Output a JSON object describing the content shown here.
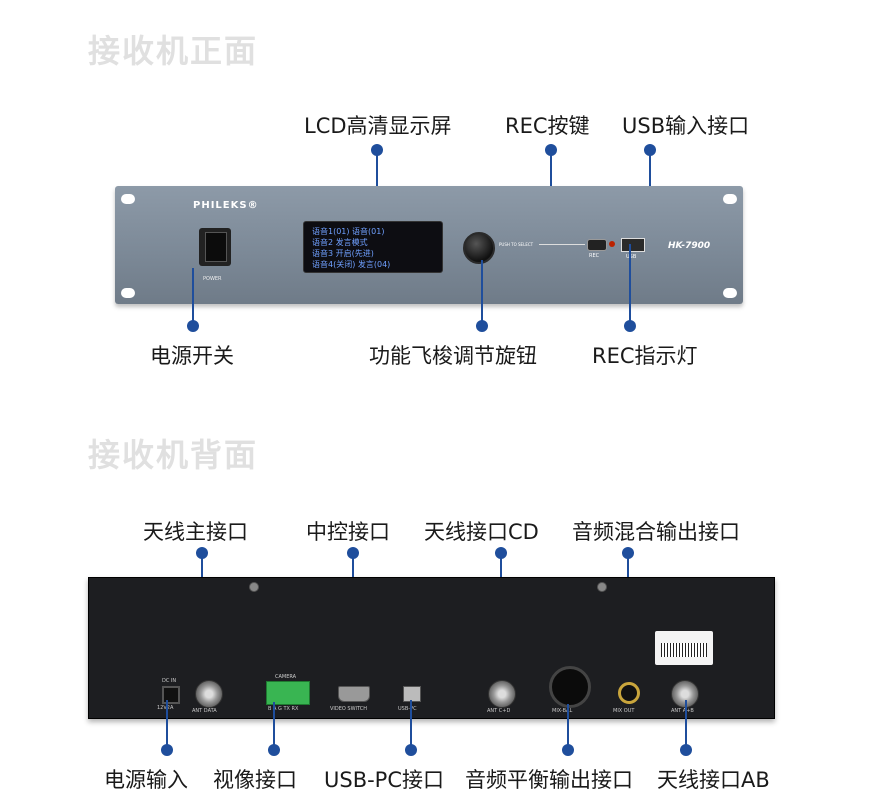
{
  "front_section": {
    "title": "接收机正面",
    "device": {
      "brand": "PHILEKS®",
      "model": "HK-7900",
      "power_text": "POWER",
      "push_text": "PUSH TO SELECT",
      "rec_text": "REC",
      "usb_text": "USB",
      "lcd_lines": [
        "语音1(01)  语音(01)",
        "语音2 发言模式",
        "语音3  开启(先进)",
        "语音4(关闭) 发言(04)"
      ]
    },
    "labels": {
      "lcd": "LCD高清显示屏",
      "rec_button": "REC按键",
      "usb_input": "USB输入接口",
      "power_switch": "电源开关",
      "jog_knob": "功能飞梭调节旋钮",
      "rec_indicator": "REC指示灯"
    }
  },
  "back_section": {
    "title": "接收机背面",
    "device": {
      "dc_in": "DC IN",
      "dc_spec": "12V2A",
      "ant_data": "ANT DATA",
      "camera": "CAMERA",
      "camera_pins": "B A G TX RX",
      "video_switch": "VIDEO SWITCH",
      "usb_pc": "USB-PC",
      "ant_cd": "ANT C+D",
      "mix_bal": "MIX-BAL",
      "mix_out": "MIX OUT",
      "ant_ab": "ANT A+B"
    },
    "labels": {
      "antenna_main": "天线主接口",
      "central_control": "中控接口",
      "antenna_cd": "天线接口CD",
      "audio_mix_out": "音频混合输出接口",
      "power_input": "电源输入",
      "video_port": "视像接口",
      "usb_pc_port": "USB-PC接口",
      "audio_balanced_out": "音频平衡输出接口",
      "antenna_ab": "天线接口AB"
    }
  },
  "colors": {
    "accent": "#1f4e9c",
    "title_gray": "#e0e0e0",
    "front_panel": "#7b8896",
    "back_panel": "#1d1e21"
  }
}
